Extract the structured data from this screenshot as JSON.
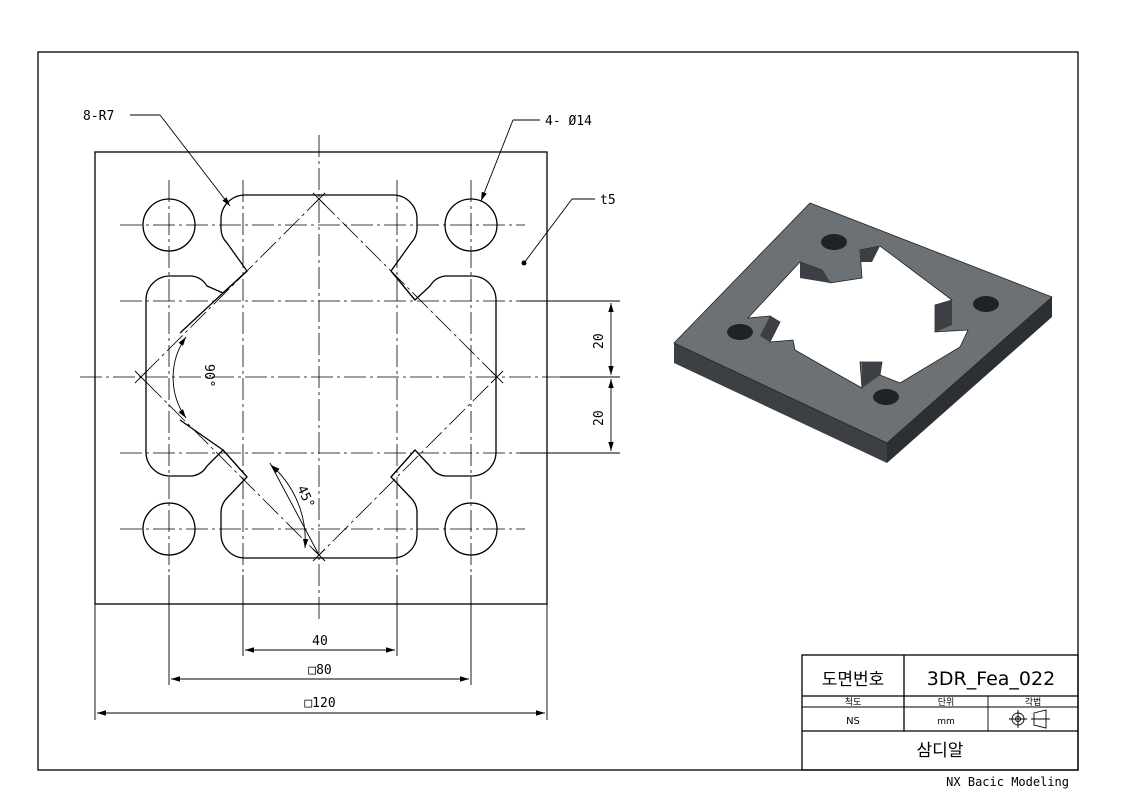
{
  "annotations": {
    "fillet_callout": "8-R7",
    "hole_callout": "4- Ø14",
    "thickness_callout": "t5",
    "angle_90": "90°",
    "angle_45": "45°",
    "dim_vertical_upper": "20",
    "dim_vertical_lower": "20",
    "dim_40": "40",
    "dim_80": "□80",
    "dim_120": "□120"
  },
  "title_block": {
    "drawing_no_label": "도면번호",
    "drawing_no": "3DR_Fea_022",
    "scale_label": "척도",
    "unit_label": "단위",
    "projection_label": "각법",
    "scale_value": "NS",
    "unit_value": "mm",
    "company": "삼디알"
  },
  "footer": "NX Bacic Modeling",
  "colors": {
    "line": "#000000",
    "plate_top": "#6c7176",
    "plate_side": "#3c4044"
  }
}
